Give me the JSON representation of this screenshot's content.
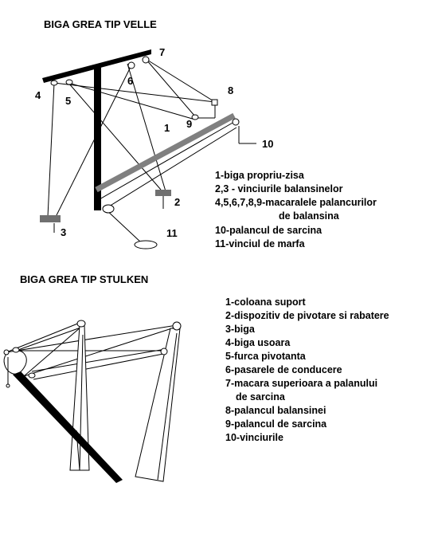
{
  "velle": {
    "title": "BIGA GREA TIP VELLE",
    "numbers": [
      "1",
      "2",
      "3",
      "4",
      "5",
      "6",
      "7",
      "8",
      "9",
      "10",
      "11"
    ],
    "legend": [
      "1-biga propriu-zisa",
      "2,3 - vinciurile balansinelor",
      "4,5,6,7,8,9-macaralele palancurilor",
      "de balansina",
      "10-palancul de sarcina",
      "11-vinciul de marfa"
    ]
  },
  "stulken": {
    "title": "BIGA GREA TIP STULKEN",
    "legend": [
      "1-coloana suport",
      "2-dispozitiv de pivotare si rabatere",
      "3-biga",
      "4-biga usoara",
      "5-furca pivotanta",
      "6-pasarele de conducere",
      "7-macara superioara a palanului",
      "de sarcina",
      "8-palancul balansinei",
      "9-palancul de sarcina",
      "10-vinciurile"
    ]
  }
}
